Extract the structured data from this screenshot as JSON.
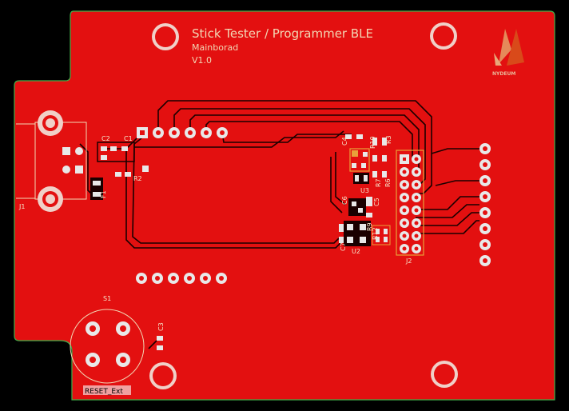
{
  "board": {
    "title": "Stick Tester / Programmer BLE",
    "subtitle": "Mainborad",
    "version": "V1.0",
    "logo_text": "NYDEUM",
    "reset_label": "RESET_Ext"
  },
  "designators": {
    "j1": "J1",
    "j2": "J2",
    "s1": "S1",
    "u2": "U2",
    "u3": "U3",
    "f1": "F1",
    "c1": "C1",
    "c2": "C2",
    "c3": "C3",
    "c4": "C4",
    "c5": "C5",
    "c6": "C6",
    "c7": "C7",
    "r2": "R2",
    "r3": "R3",
    "r6": "R6",
    "r7": "R7",
    "r9": "R9",
    "r10": "R10",
    "r12": "R12"
  },
  "colors": {
    "board": "#e31010",
    "trace": "#1a0000",
    "copper_pad": "#e8e8e8",
    "outline": "#3fb04a",
    "silkscreen": "#f2d7b4",
    "highlight": "#e8a23a"
  }
}
